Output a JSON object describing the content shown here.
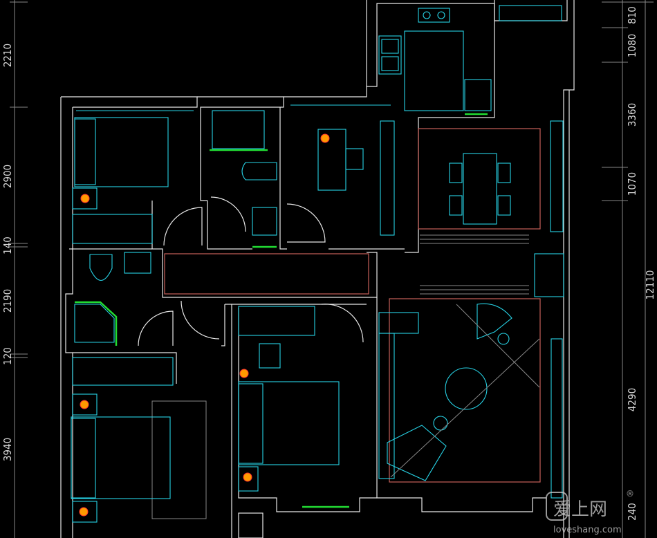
{
  "dimensions": {
    "left": [
      "2210",
      "2900",
      "140",
      "2190",
      "120",
      "3940"
    ],
    "right": [
      "810",
      "1080",
      "3360",
      "1070",
      "4290",
      "240"
    ],
    "right_total": "12110"
  },
  "watermark": {
    "brand": "爱上网",
    "url": "loveshang.com",
    "mark": "®"
  },
  "colors": {
    "wall": "#e8e8e8",
    "furniture": "#27d3e6",
    "rug": "#c8605a",
    "accent_green": "#22dd33",
    "light": "#ff9a00"
  }
}
